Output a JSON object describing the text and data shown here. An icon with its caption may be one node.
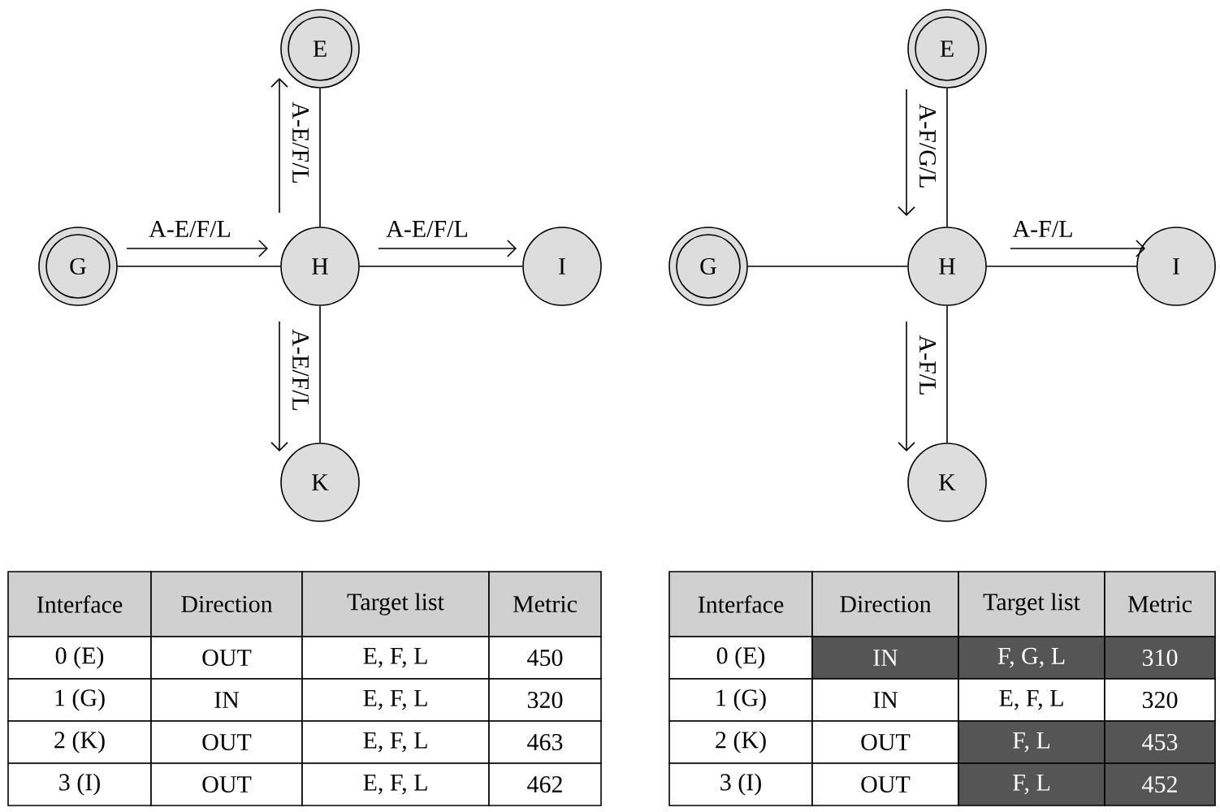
{
  "diagram": {
    "nodes": [
      {
        "text": [
          "E"
        ]
      },
      {
        "text": [
          "G"
        ]
      },
      {
        "text": [
          "H"
        ]
      },
      {
        "text": [
          "I"
        ]
      },
      {
        "text": [
          "K"
        ]
      },
      {
        "text": [
          "E"
        ]
      },
      {
        "text": [
          "G"
        ]
      },
      {
        "text": [
          "H"
        ]
      },
      {
        "text": [
          "I"
        ]
      },
      {
        "text": [
          "K"
        ]
      }
    ],
    "edges": [
      {
        "from": 1,
        "to": 2,
        "arrow": "none",
        "label": "A-E/F/L"
      },
      {
        "from": 2,
        "to": 0,
        "arrow": "none",
        "label": "A-E/F/L"
      },
      {
        "from": 2,
        "to": 3,
        "arrow": "none",
        "label": "A-E/F/L"
      },
      {
        "from": 2,
        "to": 4,
        "arrow": "none",
        "label": "A-E/F/L"
      },
      {
        "from": 5,
        "to": 7,
        "arrow": "none",
        "label": "A-F/G/L"
      },
      {
        "from": 6,
        "to": 7,
        "arrow": "none"
      },
      {
        "from": 7,
        "to": 8,
        "arrow": "none",
        "label": "A-F/L"
      },
      {
        "from": 7,
        "to": 9,
        "arrow": "none",
        "label": "A-F/L"
      }
    ],
    "labels": [
      "Interface",
      "Direction",
      "Target list",
      "Metric",
      "0 (E)",
      "OUT",
      "E, F, L",
      "450",
      "1 (G)",
      "IN",
      "E, F, L",
      "320",
      "2 (K)",
      "OUT",
      "E, F, L",
      "463",
      "3 (I)",
      "OUT",
      "E, F, L",
      "462",
      "Interface",
      "Direction",
      "Target list",
      "Metric",
      "0 (E)",
      "IN",
      "F, G, L",
      "310",
      "1 (G)",
      "IN",
      "E, F, L",
      "320",
      "2 (K)",
      "OUT",
      "F, L",
      "453",
      "3 (I)",
      "OUT",
      "F, L",
      "452"
    ]
  }
}
